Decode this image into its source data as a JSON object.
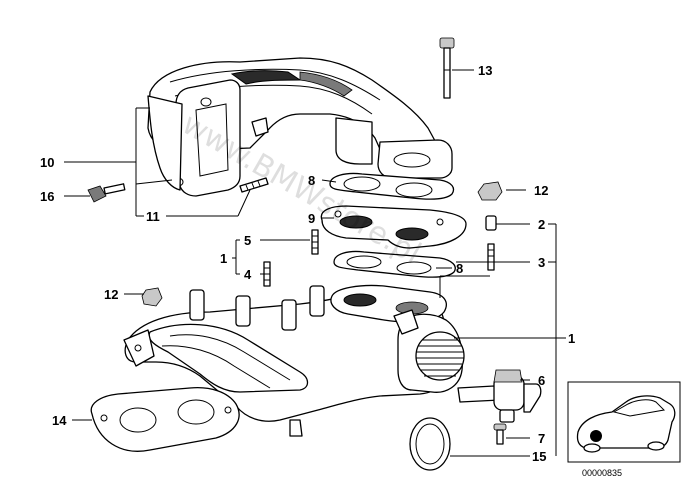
{
  "watermark": "www.BMWstore.pl",
  "inset_id": "00000835",
  "callouts": {
    "c13": "13",
    "c10": "10",
    "c16": "16",
    "c11": "11",
    "c8a": "8",
    "c9": "9",
    "c12a": "12",
    "c2": "2",
    "c3": "3",
    "c5": "5",
    "c1a": "1",
    "c4": "4",
    "c8b": "8",
    "c12b": "12",
    "c1b": "1",
    "c6": "6",
    "c14": "14",
    "c7": "7",
    "c15": "15"
  },
  "parts": [
    {
      "id": "intake-manifold-upper",
      "name": "intake manifold upper section"
    },
    {
      "id": "intake-manifold-lower",
      "name": "intake manifold lower section"
    },
    {
      "id": "throttle-gasket",
      "name": "gasket"
    },
    {
      "id": "spacer-plate",
      "name": "spacer plate"
    },
    {
      "id": "idle-valve",
      "name": "idle control valve"
    },
    {
      "id": "o-ring",
      "name": "o-ring"
    },
    {
      "id": "manifold-gasket",
      "name": "manifold gasket"
    }
  ]
}
